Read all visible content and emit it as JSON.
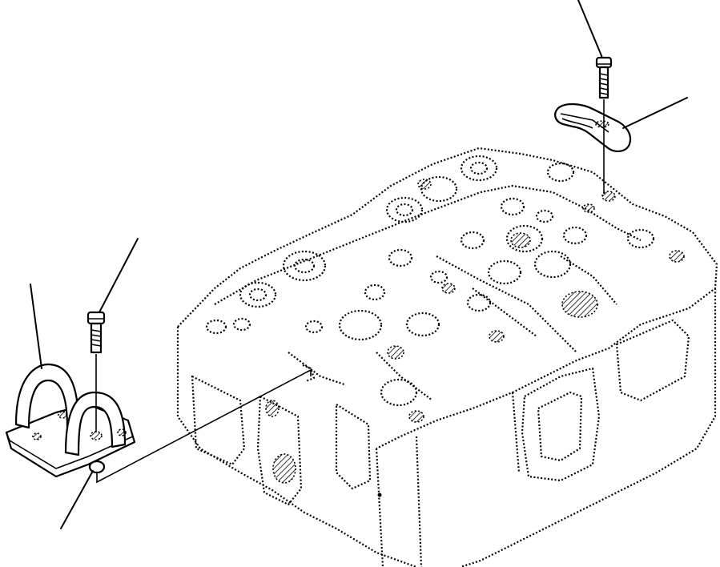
{
  "diagram": {
    "style": "exploded-isometric-line-drawing",
    "stroke_color": "#000000",
    "background_color": "#ffffff",
    "parts": [
      {
        "id": "cylinder-head",
        "icon": "engine-block-icon"
      },
      {
        "id": "lifting-bracket-front",
        "icon": "u-bracket-icon"
      },
      {
        "id": "bolt-front",
        "icon": "bolt-icon"
      },
      {
        "id": "washer-front",
        "icon": "washer-icon"
      },
      {
        "id": "lifting-hook-rear",
        "icon": "hook-plate-icon"
      },
      {
        "id": "bolt-rear",
        "icon": "bolt-icon"
      }
    ],
    "leader_lines": 5,
    "labels": []
  }
}
